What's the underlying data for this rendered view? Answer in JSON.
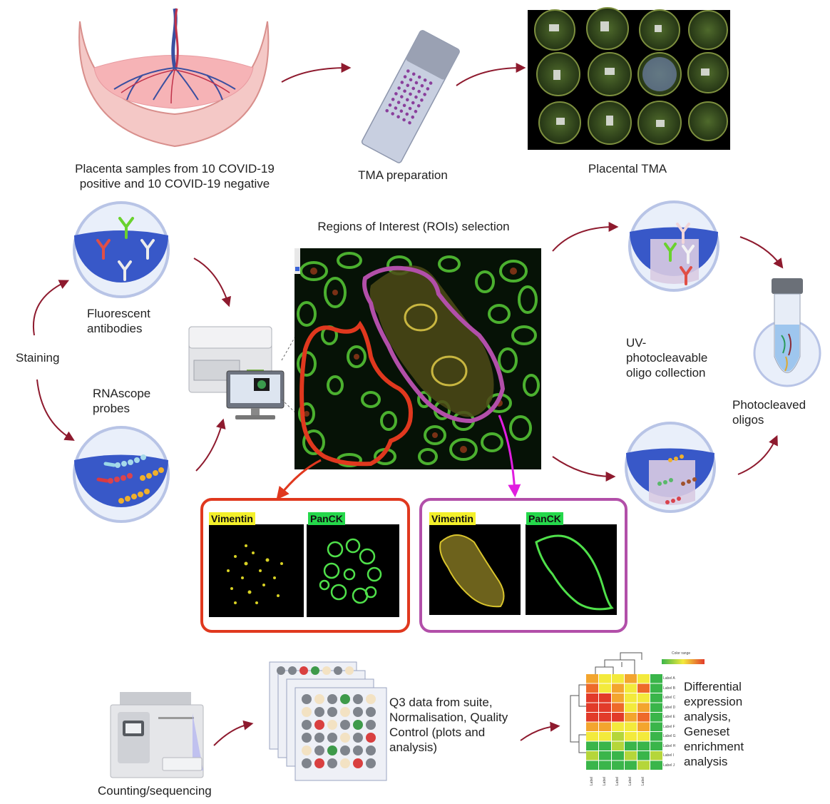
{
  "labels": {
    "placenta_samples": "Placenta samples from 10 COVID-19 positive and 10 COVID-19 negative",
    "tma_preparation": "TMA preparation",
    "placental_tma": "Placental TMA",
    "roi_selection": "Regions of Interest (ROIs) selection",
    "fluorescent_antibodies": "Fluorescent antibodies",
    "staining": "Staining",
    "rnascope_probes": "RNAscope probes",
    "uv_collection": "UV-photocleavable oligo collection",
    "photocleaved_oligos": "Photocleaved oligos",
    "counting_sequencing": "Counting/sequencing",
    "q3_data": "Q3 data from suite, Normalisation, Quality Control (plots and analysis)",
    "differential": "Differential expression analysis, Geneset enrichment analysis"
  },
  "panels": {
    "red": {
      "vimentin": "Vimentin",
      "panck": "PanCK"
    },
    "purple": {
      "vimentin": "Vimentin",
      "panck": "PanCK"
    }
  },
  "heatmap": {
    "color_range_label": "Color range",
    "row_labels": [
      "Label A",
      "Label B",
      "Label C",
      "Label D",
      "Label E",
      "Label F",
      "Label G",
      "Label H",
      "Label I",
      "Label J"
    ],
    "col_labels": [
      "Label",
      "Label",
      "Label",
      "Label",
      "Label"
    ]
  },
  "colors": {
    "arrow": "#8e1a2e",
    "red_roi": "#e0381e",
    "purple_roi": "#b24fa9",
    "magenta_arrow": "#e11ee0",
    "well_blue": "#3858c8"
  }
}
